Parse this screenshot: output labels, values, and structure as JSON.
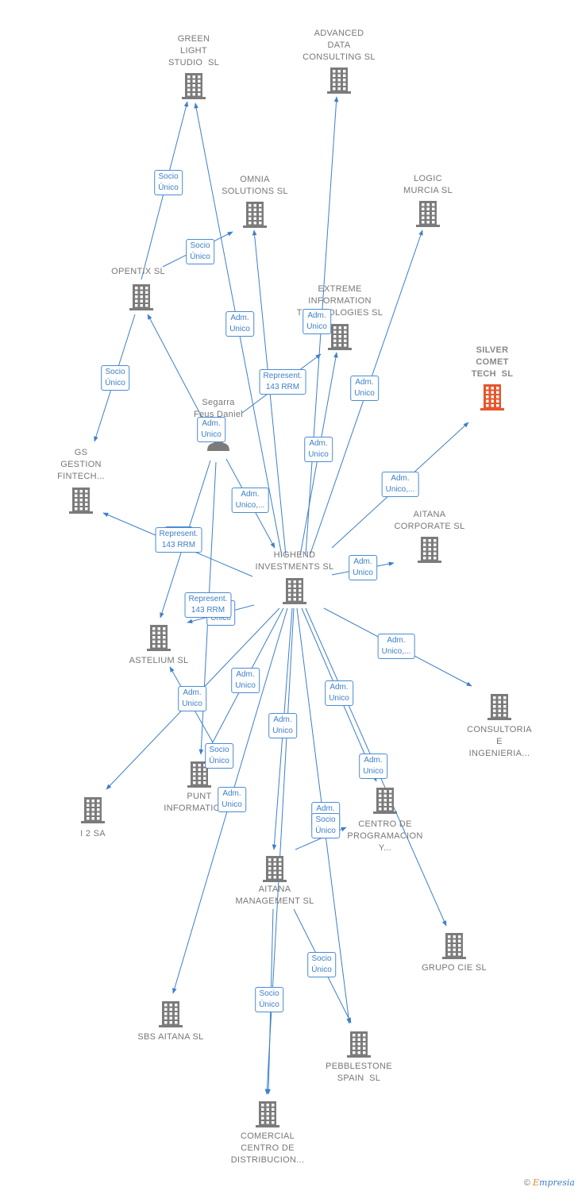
{
  "colors": {
    "edge": "#3d7fc9",
    "building": "#7b7b7b",
    "building_highlight": "#e8542a",
    "person": "#7b7b7b"
  },
  "nodes": [
    {
      "id": "highend",
      "label": "HIGHEND\nINVESTMENTS SL",
      "icon": "building-icon"
    },
    {
      "id": "green",
      "label": "GREEN\nLIGHT\nSTUDIO  SL",
      "icon": "building-icon"
    },
    {
      "id": "advanced",
      "label": "ADVANCED\nDATA\nCONSULTING SL",
      "icon": "building-icon"
    },
    {
      "id": "omnia",
      "label": "OMNIA\nSOLUTIONS SL",
      "icon": "building-icon"
    },
    {
      "id": "logic",
      "label": "LOGIC\nMURCIA SL",
      "icon": "building-icon"
    },
    {
      "id": "opentix",
      "label": "OPENTIX SL",
      "icon": "building-icon"
    },
    {
      "id": "extreme",
      "label": "EXTREME\nINFORMATION\nTECHNOLOGIES SL",
      "icon": "building-icon"
    },
    {
      "id": "silver",
      "label": "SILVER\nCOMET\nTECH  SL",
      "icon": "building-icon",
      "highlight": true
    },
    {
      "id": "segarra",
      "label": "Segarra\nFeus Daniel",
      "icon": "person-icon"
    },
    {
      "id": "gs",
      "label": "GS\nGESTION\nFINTECH...",
      "icon": "building-icon"
    },
    {
      "id": "aitana_corp",
      "label": "AITANA\nCORPORATE SL",
      "icon": "building-icon"
    },
    {
      "id": "astelium",
      "label": "ASTELIUM SL",
      "icon": "building-icon"
    },
    {
      "id": "consultoria",
      "label": "CONSULTORIA\nE\nINGENIERIA...",
      "icon": "building-icon"
    },
    {
      "id": "punt",
      "label": "PUNT\nINFORMATICO...",
      "icon": "building-icon"
    },
    {
      "id": "i2sa",
      "label": "I 2 SA",
      "icon": "building-icon"
    },
    {
      "id": "centro",
      "label": "CENTRO DE\nPROGRAMACION\nY...",
      "icon": "building-icon"
    },
    {
      "id": "aitana_mgmt",
      "label": "AITANA\nMANAGEMENT SL",
      "icon": "building-icon"
    },
    {
      "id": "grupo",
      "label": "GRUPO CIE SL",
      "icon": "building-icon"
    },
    {
      "id": "sbs",
      "label": "SBS AITANA SL",
      "icon": "building-icon"
    },
    {
      "id": "pebble",
      "label": "PEBBLESTONE\nSPAIN  SL",
      "icon": "building-icon"
    },
    {
      "id": "comercial",
      "label": "COMERCIAL\nCENTRO DE\nDISTRIBUCION...",
      "icon": "building-icon"
    }
  ],
  "edges": [
    {
      "from": "highend",
      "to": "green",
      "label": "Adm.\nUnico"
    },
    {
      "from": "highend",
      "to": "advanced",
      "label": "Adm.\nUnico"
    },
    {
      "from": "highend",
      "to": "omnia",
      "label": ""
    },
    {
      "from": "highend",
      "to": "logic",
      "label": "Adm.\nUnico"
    },
    {
      "from": "highend",
      "to": "extreme",
      "label": "Adm.\nUnico"
    },
    {
      "from": "highend",
      "to": "silver",
      "label": "Adm.\nUnico,..."
    },
    {
      "from": "highend",
      "to": "aitana_corp",
      "label": "Adm.\nUnico"
    },
    {
      "from": "highend",
      "to": "gs",
      "label": "Adm.\nUnico"
    },
    {
      "from": "highend",
      "to": "astelium",
      "label": "Adm.\nUnico"
    },
    {
      "from": "highend",
      "to": "consultoria",
      "label": "Adm.\nUnico,..."
    },
    {
      "from": "highend",
      "to": "i2sa",
      "label": "Adm.\nUnico"
    },
    {
      "from": "highend",
      "to": "punt",
      "label": "Adm.\nUnico"
    },
    {
      "from": "highend",
      "to": "aitana_mgmt",
      "label": "Adm.\nUnico"
    },
    {
      "from": "highend",
      "to": "centro",
      "label": "Adm.\nUnico"
    },
    {
      "from": "highend",
      "to": "grupo",
      "label": "Adm.\nUnico"
    },
    {
      "from": "highend",
      "to": "sbs",
      "label": "Adm.\nUnico"
    },
    {
      "from": "highend",
      "to": "pebble",
      "label": "Adm.\nUnico"
    },
    {
      "from": "highend",
      "to": "comercial",
      "label": ""
    },
    {
      "from": "opentix",
      "to": "green",
      "label": "Socio\nÚnico"
    },
    {
      "from": "opentix",
      "to": "omnia",
      "label": "Socio\nÚnico"
    },
    {
      "from": "opentix",
      "to": "gs",
      "label": "Socio\nÚnico"
    },
    {
      "from": "segarra",
      "to": "opentix",
      "label": "Adm.\nUnico"
    },
    {
      "from": "segarra",
      "to": "highend",
      "label": "Adm.\nUnico,..."
    },
    {
      "from": "segarra",
      "to": "extreme",
      "label": "Represent.\n143 RRM"
    },
    {
      "from": "segarra",
      "to": "astelium",
      "label": "Represent.\n143 RRM"
    },
    {
      "from": "segarra",
      "to": "punt",
      "label": "Represent.\n143 RRM"
    },
    {
      "from": "punt",
      "to": "astelium",
      "label": "Socio\nÚnico"
    },
    {
      "from": "aitana_mgmt",
      "to": "pebble",
      "label": "Socio\nÚnico"
    },
    {
      "from": "aitana_mgmt",
      "to": "comercial",
      "label": "Socio\nÚnico"
    },
    {
      "from": "aitana_mgmt",
      "to": "centro",
      "label": "Socio\nÚnico"
    }
  ],
  "copyright": {
    "symbol": "©",
    "brand_initial": "E",
    "brand_rest": "mpresia"
  }
}
